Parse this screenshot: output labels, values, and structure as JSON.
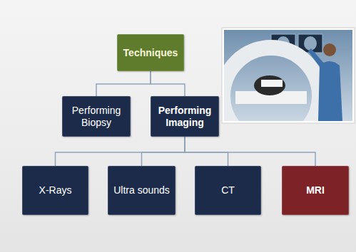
{
  "diagram": {
    "nodes": [
      {
        "text": [
          "Techniques"
        ]
      },
      {
        "text": [
          "Performing Biopsy"
        ]
      },
      {
        "text": [
          "Performing Imaging"
        ]
      },
      {
        "text": [
          "X-Rays"
        ]
      },
      {
        "text": [
          "Ultra sounds"
        ]
      },
      {
        "text": [
          "CT"
        ]
      },
      {
        "text": [
          "MRI"
        ]
      }
    ],
    "edges": [
      {
        "from": 0,
        "to": 1,
        "arrow": "none"
      },
      {
        "from": 0,
        "to": 2,
        "arrow": "none"
      },
      {
        "from": 2,
        "to": 3,
        "arrow": "none"
      },
      {
        "from": 2,
        "to": 4,
        "arrow": "none"
      },
      {
        "from": 2,
        "to": 5,
        "arrow": "none"
      },
      {
        "from": 2,
        "to": 6,
        "arrow": "none"
      }
    ]
  }
}
